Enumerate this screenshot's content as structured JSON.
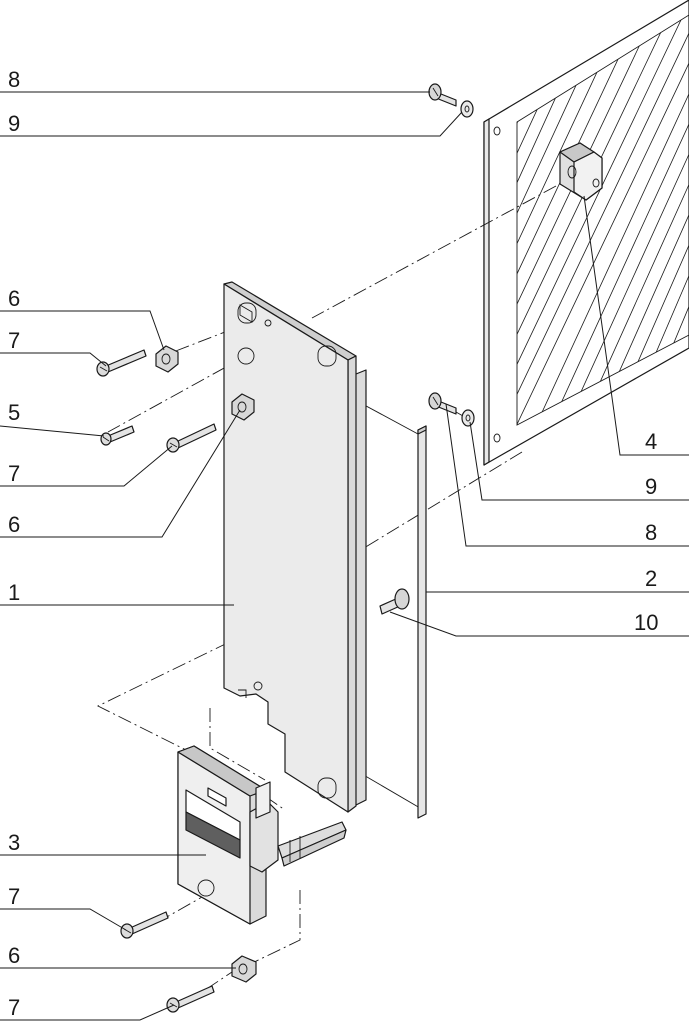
{
  "callouts": [
    {
      "id": "c8a",
      "label": "8"
    },
    {
      "id": "c9a",
      "label": "9"
    },
    {
      "id": "c6a",
      "label": "6"
    },
    {
      "id": "c7a",
      "label": "7"
    },
    {
      "id": "c5",
      "label": "5"
    },
    {
      "id": "c7b",
      "label": "7"
    },
    {
      "id": "c6b",
      "label": "6"
    },
    {
      "id": "c1",
      "label": "1"
    },
    {
      "id": "c3",
      "label": "3"
    },
    {
      "id": "c7c",
      "label": "7"
    },
    {
      "id": "c6c",
      "label": "6"
    },
    {
      "id": "c7d",
      "label": "7"
    },
    {
      "id": "c4",
      "label": "4"
    },
    {
      "id": "c9b",
      "label": "9"
    },
    {
      "id": "c8b",
      "label": "8"
    },
    {
      "id": "c2",
      "label": "2"
    },
    {
      "id": "c10",
      "label": "10"
    }
  ]
}
